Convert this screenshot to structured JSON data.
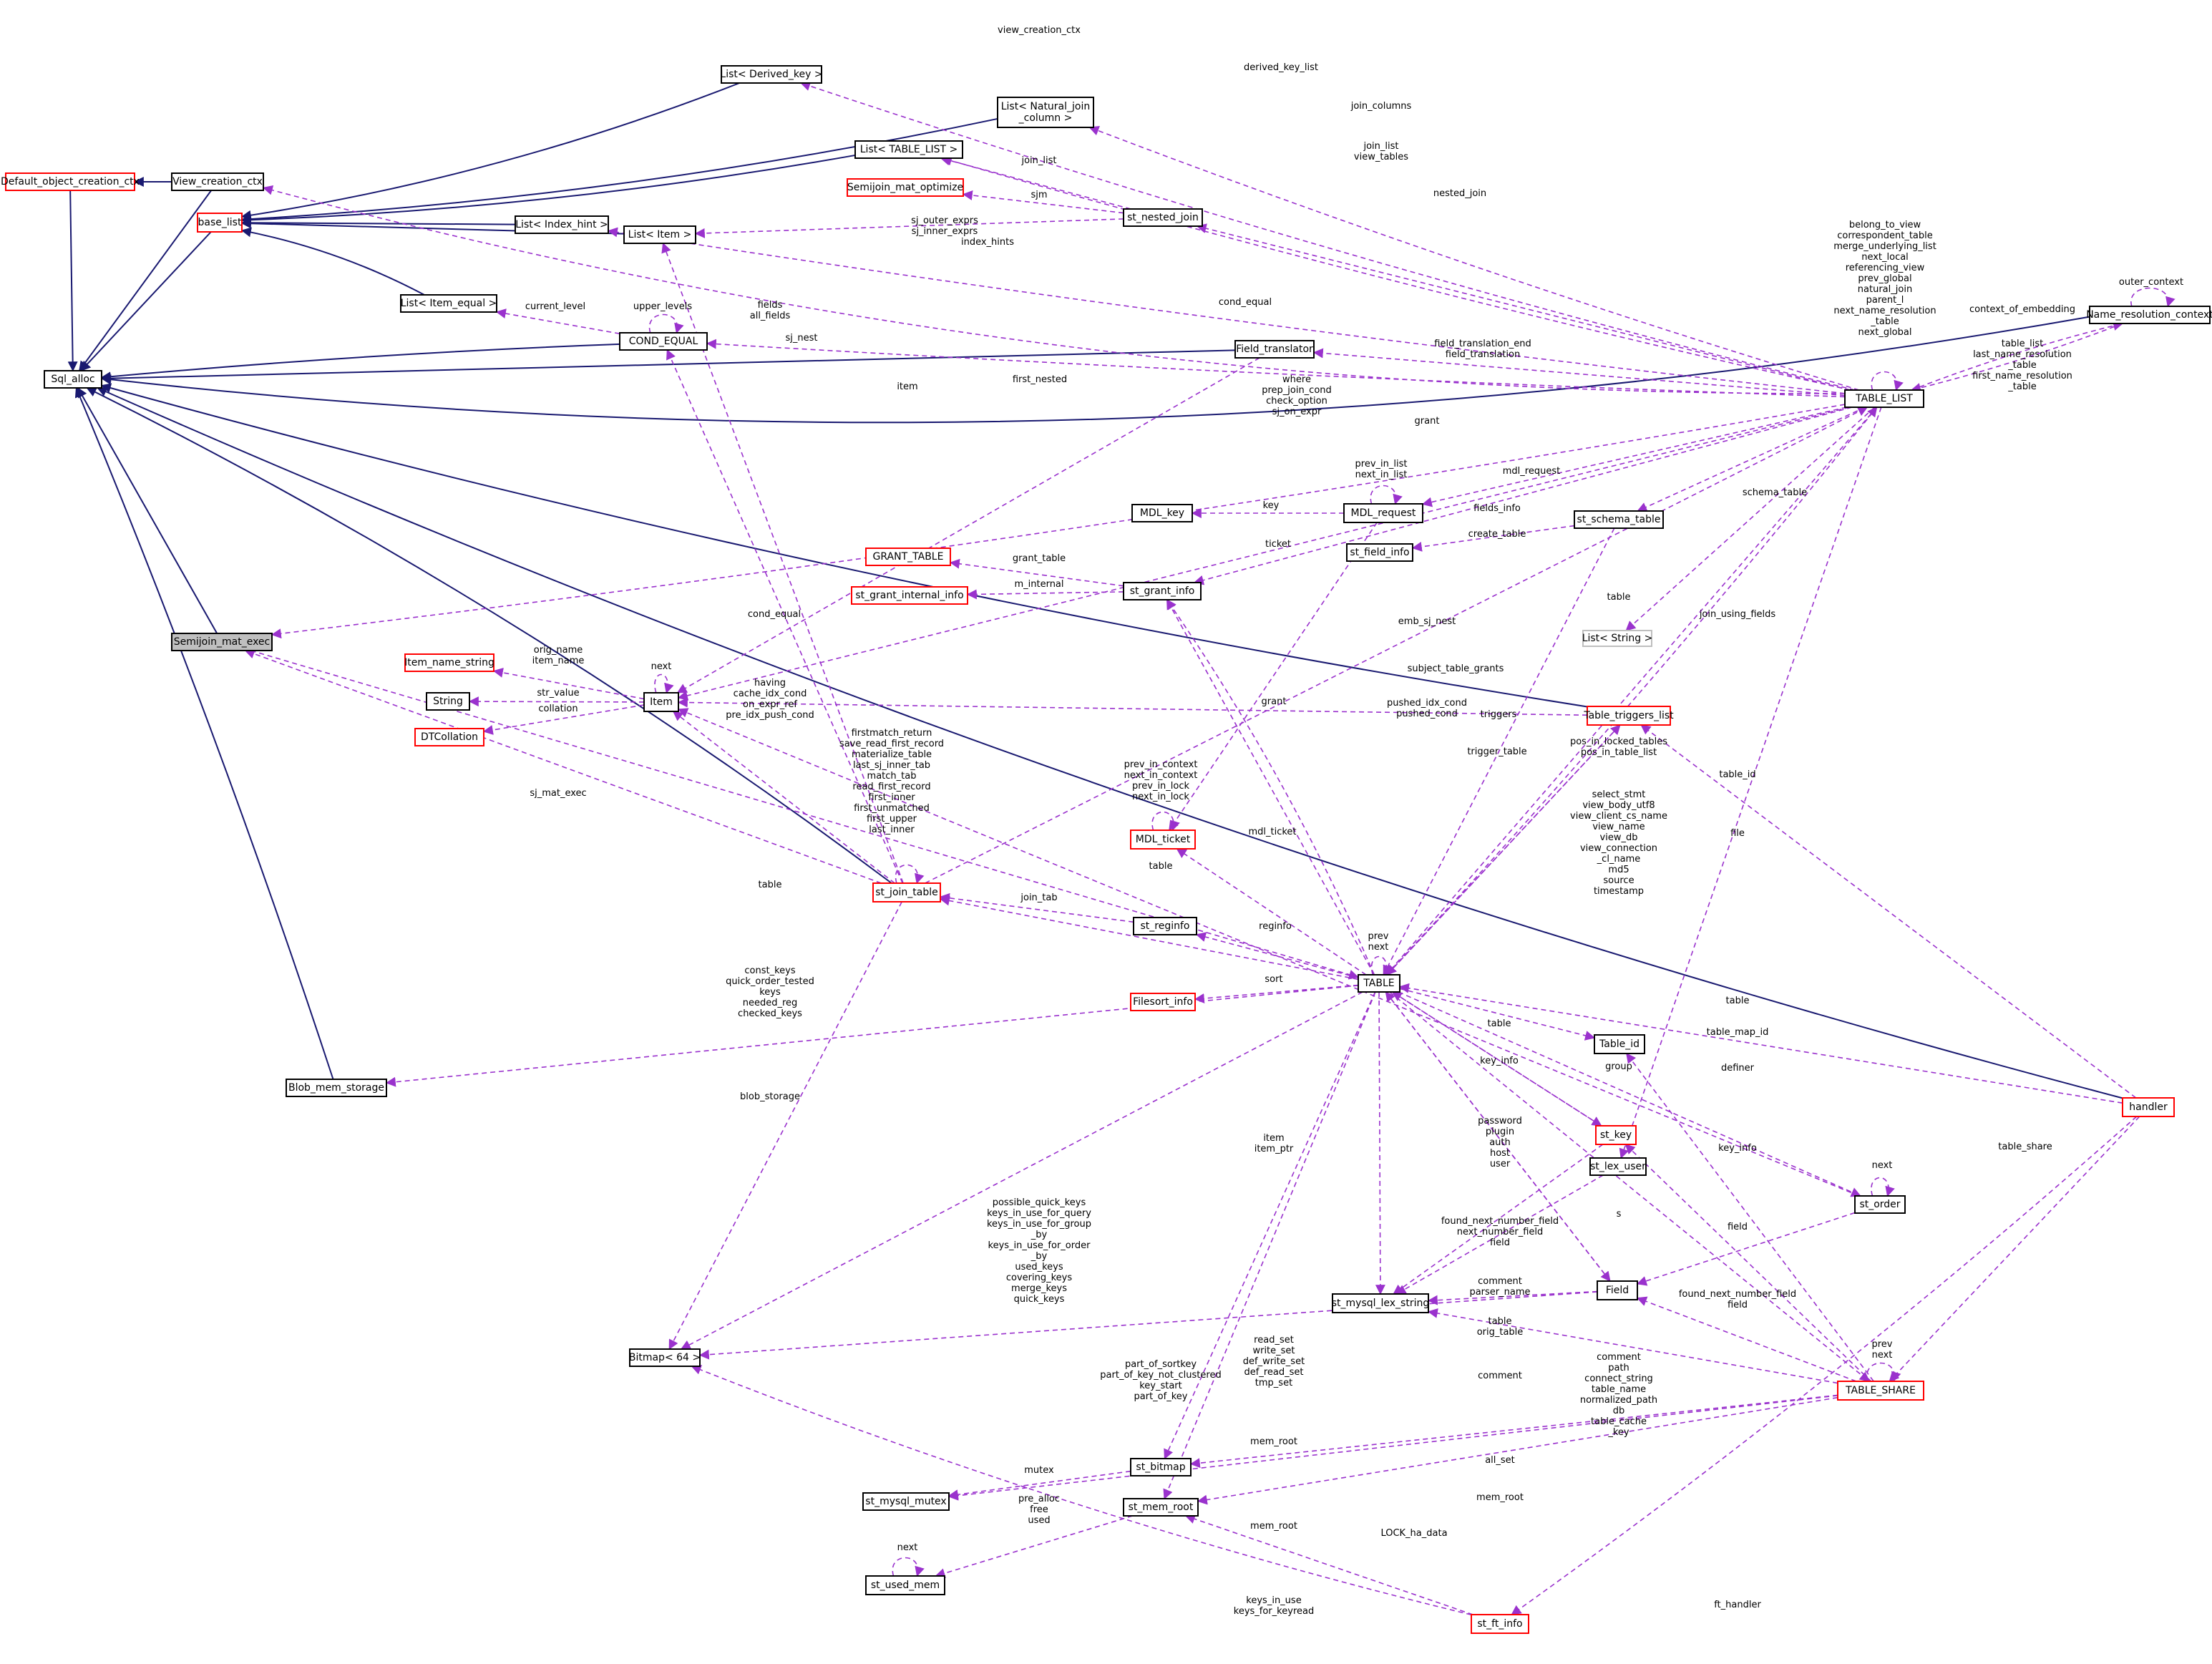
{
  "colors": {
    "inherit": "#191970",
    "use": "#9a32cd",
    "node_default": "#000000",
    "node_incomplete": "#ff0000",
    "node_external": "#bfbfbf",
    "highlight_fill": "#bfbfbf"
  },
  "nodes": [
    {
      "id": "sql_alloc",
      "label": "Sql_alloc",
      "style": "default"
    },
    {
      "id": "default_ctx",
      "label": "Default_object_creation_ctx",
      "style": "incomplete"
    },
    {
      "id": "view_ctx",
      "label": "View_creation_ctx",
      "style": "default"
    },
    {
      "id": "base_list",
      "label": "base_list",
      "style": "incomplete"
    },
    {
      "id": "semijoin_exec",
      "label": "Semijoin_mat_exec",
      "style": "highlight"
    },
    {
      "id": "list_derived",
      "label": "List< Derived_key >",
      "style": "default"
    },
    {
      "id": "list_natural",
      "label": "List< Natural_join\n_column >",
      "style": "default"
    },
    {
      "id": "list_table_list",
      "label": "List< TABLE_LIST >",
      "style": "default"
    },
    {
      "id": "semijoin_opt",
      "label": "Semijoin_mat_optimize",
      "style": "incomplete"
    },
    {
      "id": "st_nested_join",
      "label": "st_nested_join",
      "style": "default"
    },
    {
      "id": "list_index_hint",
      "label": "List< Index_hint >",
      "style": "default"
    },
    {
      "id": "list_item",
      "label": "List< Item >",
      "style": "default"
    },
    {
      "id": "list_item_equal",
      "label": "List< Item_equal >",
      "style": "default"
    },
    {
      "id": "cond_equal",
      "label": "COND_EQUAL",
      "style": "default"
    },
    {
      "id": "field_translator",
      "label": "Field_translator",
      "style": "default"
    },
    {
      "id": "table_list",
      "label": "TABLE_LIST",
      "style": "default"
    },
    {
      "id": "name_resolution",
      "label": "Name_resolution_context",
      "style": "default"
    },
    {
      "id": "mdl_key",
      "label": "MDL_key",
      "style": "default"
    },
    {
      "id": "mdl_request",
      "label": "MDL_request",
      "style": "default"
    },
    {
      "id": "st_schema_table",
      "label": "st_schema_table",
      "style": "default"
    },
    {
      "id": "st_field_info",
      "label": "st_field_info",
      "style": "default"
    },
    {
      "id": "grant_table",
      "label": "GRANT_TABLE",
      "style": "incomplete"
    },
    {
      "id": "st_grant_internal",
      "label": "st_grant_internal_info",
      "style": "incomplete"
    },
    {
      "id": "st_grant_info",
      "label": "st_grant_info",
      "style": "default"
    },
    {
      "id": "list_string",
      "label": "List< String >",
      "style": "external"
    },
    {
      "id": "item_name_string",
      "label": "Item_name_string",
      "style": "incomplete"
    },
    {
      "id": "string",
      "label": "String",
      "style": "default"
    },
    {
      "id": "dtcollation",
      "label": "DTCollation",
      "style": "incomplete"
    },
    {
      "id": "item",
      "label": "Item",
      "style": "default"
    },
    {
      "id": "table_triggers",
      "label": "Table_triggers_list",
      "style": "incomplete"
    },
    {
      "id": "mdl_ticket",
      "label": "MDL_ticket",
      "style": "incomplete"
    },
    {
      "id": "st_join_table",
      "label": "st_join_table",
      "style": "incomplete"
    },
    {
      "id": "st_reginfo",
      "label": "st_reginfo",
      "style": "default"
    },
    {
      "id": "table",
      "label": "TABLE",
      "style": "default"
    },
    {
      "id": "filesort_info",
      "label": "Filesort_info",
      "style": "incomplete"
    },
    {
      "id": "table_id",
      "label": "Table_id",
      "style": "default"
    },
    {
      "id": "handler",
      "label": "handler",
      "style": "incomplete"
    },
    {
      "id": "blob_mem",
      "label": "Blob_mem_storage",
      "style": "default"
    },
    {
      "id": "st_key",
      "label": "st_key",
      "style": "incomplete"
    },
    {
      "id": "st_lex_user",
      "label": "st_lex_user",
      "style": "default"
    },
    {
      "id": "st_order",
      "label": "st_order",
      "style": "default"
    },
    {
      "id": "field",
      "label": "Field",
      "style": "default"
    },
    {
      "id": "st_mysql_lex_string",
      "label": "st_mysql_lex_string",
      "style": "default"
    },
    {
      "id": "bitmap64",
      "label": "Bitmap< 64 >",
      "style": "default"
    },
    {
      "id": "table_share",
      "label": "TABLE_SHARE",
      "style": "incomplete"
    },
    {
      "id": "st_bitmap",
      "label": "st_bitmap",
      "style": "default"
    },
    {
      "id": "st_mysql_mutex",
      "label": "st_mysql_mutex",
      "style": "default"
    },
    {
      "id": "st_mem_root",
      "label": "st_mem_root",
      "style": "default"
    },
    {
      "id": "st_used_mem",
      "label": "st_used_mem",
      "style": "default"
    },
    {
      "id": "st_ft_info",
      "label": "st_ft_info",
      "style": "incomplete"
    }
  ],
  "edge_labels": [
    {
      "id": "l_view_creation_ctx",
      "text": "view_creation_ctx"
    },
    {
      "id": "l_derived_key_list",
      "text": "derived_key_list"
    },
    {
      "id": "l_join_columns",
      "text": "join_columns"
    },
    {
      "id": "l_join_list_view_tables",
      "text": "join_list\nview_tables"
    },
    {
      "id": "l_join_list",
      "text": "join_list"
    },
    {
      "id": "l_sjm",
      "text": "sjm"
    },
    {
      "id": "l_nested_join",
      "text": "nested_join"
    },
    {
      "id": "l_sj_exprs",
      "text": "sj_outer_exprs\nsj_inner_exprs"
    },
    {
      "id": "l_index_hints",
      "text": "index_hints"
    },
    {
      "id": "l_belong",
      "text": "belong_to_view\ncorrespondent_table\nmerge_underlying_list\nnext_local\nreferencing_view\nprev_global\nnatural_join\nparent_l\nnext_name_resolution\n_table\nnext_global"
    },
    {
      "id": "l_outer_context",
      "text": "outer_context"
    },
    {
      "id": "l_context_embedding",
      "text": "context_of_embedding"
    },
    {
      "id": "l_name_res_tables",
      "text": "table_list\nlast_name_resolution\n_table\nfirst_name_resolution\n_table"
    },
    {
      "id": "l_current_level",
      "text": "current_level"
    },
    {
      "id": "l_upper_levels",
      "text": "upper_levels"
    },
    {
      "id": "l_fields",
      "text": "fields\nall_fields"
    },
    {
      "id": "l_cond_equal_top",
      "text": "cond_equal"
    },
    {
      "id": "l_sj_nest",
      "text": "sj_nest"
    },
    {
      "id": "l_first_nested",
      "text": "first_nested"
    },
    {
      "id": "l_field_translation",
      "text": "field_translation_end\nfield_translation"
    },
    {
      "id": "l_item",
      "text": "item"
    },
    {
      "id": "l_where",
      "text": "where\nprep_join_cond\ncheck_option\nsj_on_expr"
    },
    {
      "id": "l_grant",
      "text": "grant"
    },
    {
      "id": "l_mdl_request",
      "text": "mdl_request"
    },
    {
      "id": "l_prev_in_list",
      "text": "prev_in_list\nnext_in_list"
    },
    {
      "id": "l_key",
      "text": "key"
    },
    {
      "id": "l_fields_info",
      "text": "fields_info"
    },
    {
      "id": "l_schema_table",
      "text": "schema_table"
    },
    {
      "id": "l_ticket",
      "text": "ticket"
    },
    {
      "id": "l_create_table",
      "text": "create_table"
    },
    {
      "id": "l_grant_table",
      "text": "grant_table"
    },
    {
      "id": "l_m_internal",
      "text": "m_internal"
    },
    {
      "id": "l_cond_equal_mid",
      "text": "cond_equal"
    },
    {
      "id": "l_table_a",
      "text": "table"
    },
    {
      "id": "l_join_using_fields",
      "text": "join_using_fields"
    },
    {
      "id": "l_emb_sj_nest",
      "text": "emb_sj_nest"
    },
    {
      "id": "l_orig_name",
      "text": "orig_name\nitem_name"
    },
    {
      "id": "l_next_item",
      "text": "next"
    },
    {
      "id": "l_str_value",
      "text": "str_value"
    },
    {
      "id": "l_collation",
      "text": "collation"
    },
    {
      "id": "l_grant2",
      "text": "grant"
    },
    {
      "id": "l_subject_grants",
      "text": "subject_table_grants"
    },
    {
      "id": "l_pushed",
      "text": "pushed_idx_cond\npushed_cond"
    },
    {
      "id": "l_triggers",
      "text": "triggers"
    },
    {
      "id": "l_having",
      "text": "having\ncache_idx_cond\non_expr_ref\npre_idx_push_cond"
    },
    {
      "id": "l_firstmatch",
      "text": "firstmatch_return\nsave_read_first_record\nmaterialize_table\nlast_sj_inner_tab\nmatch_tab\nread_first_record\nfirst_inner\nfirst_unmatched\nfirst_upper\nlast_inner"
    },
    {
      "id": "l_sj_mat_exec",
      "text": "sj_mat_exec"
    },
    {
      "id": "l_trigger_table",
      "text": "trigger_table"
    },
    {
      "id": "l_pos_locked",
      "text": "pos_in_locked_tables\npos_in_table_list"
    },
    {
      "id": "l_table_id",
      "text": "table_id"
    },
    {
      "id": "l_prev_in_context",
      "text": "prev_in_context\nnext_in_context\nprev_in_lock\nnext_in_lock"
    },
    {
      "id": "l_select_stmt",
      "text": "select_stmt\nview_body_utf8\nview_client_cs_name\nview_name\nview_db\nview_connection\n_cl_name\nmd5\nsource\ntimestamp"
    },
    {
      "id": "l_file",
      "text": "file"
    },
    {
      "id": "l_mdl_ticket",
      "text": "mdl_ticket"
    },
    {
      "id": "l_table_b",
      "text": "table"
    },
    {
      "id": "l_table_c",
      "text": "table"
    },
    {
      "id": "l_join_tab",
      "text": "join_tab"
    },
    {
      "id": "l_reginfo",
      "text": "reginfo"
    },
    {
      "id": "l_prev_next",
      "text": "prev\nnext"
    },
    {
      "id": "l_sort",
      "text": "sort"
    },
    {
      "id": "l_table_d",
      "text": "table"
    },
    {
      "id": "l_const_keys",
      "text": "const_keys\nquick_order_tested\nkeys\nneeded_reg\nchecked_keys"
    },
    {
      "id": "l_blob_storage",
      "text": "blob_storage"
    },
    {
      "id": "l_table_e",
      "text": "table"
    },
    {
      "id": "l_key_info",
      "text": "key_info"
    },
    {
      "id": "l_table_map_id",
      "text": "table_map_id"
    },
    {
      "id": "l_group",
      "text": "group"
    },
    {
      "id": "l_definer",
      "text": "definer"
    },
    {
      "id": "l_password",
      "text": "password\nplugin\nauth\nhost\nuser"
    },
    {
      "id": "l_key_info2",
      "text": "key_info"
    },
    {
      "id": "l_next_order",
      "text": "next"
    },
    {
      "id": "l_item_ptr",
      "text": "item\nitem_ptr"
    },
    {
      "id": "l_table_share",
      "text": "table_share"
    },
    {
      "id": "l_possible_keys",
      "text": "possible_quick_keys\nkeys_in_use_for_query\nkeys_in_use_for_group\n_by\nkeys_in_use_for_order\n_by\nused_keys\ncovering_keys\nmerge_keys\nquick_keys"
    },
    {
      "id": "l_s",
      "text": "s"
    },
    {
      "id": "l_found_next",
      "text": "found_next_number_field\nnext_number_field\nfield"
    },
    {
      "id": "l_field",
      "text": "field"
    },
    {
      "id": "l_comment_parser",
      "text": "comment\nparser_name"
    },
    {
      "id": "l_found_next2",
      "text": "found_next_number_field\nfield"
    },
    {
      "id": "l_table_orig",
      "text": "table\norig_table"
    },
    {
      "id": "l_comment",
      "text": "comment"
    },
    {
      "id": "l_comment_path",
      "text": "comment\npath\nconnect_string\ntable_name\nnormalized_path\ndb\ntable_cache\n_key"
    },
    {
      "id": "l_prev_next2",
      "text": "prev\nnext"
    },
    {
      "id": "l_part_of_sortkey",
      "text": "part_of_sortkey\npart_of_key_not_clustered\nkey_start\npart_of_key"
    },
    {
      "id": "l_read_set",
      "text": "read_set\nwrite_set\ndef_write_set\ndef_read_set\ntmp_set"
    },
    {
      "id": "l_all_set",
      "text": "all_set"
    },
    {
      "id": "l_mem_root",
      "text": "mem_root"
    },
    {
      "id": "l_mutex",
      "text": "mutex"
    },
    {
      "id": "l_mem_root2",
      "text": "mem_root"
    },
    {
      "id": "l_pre_alloc",
      "text": "pre_alloc\nfree\nused"
    },
    {
      "id": "l_lock_ha",
      "text": "LOCK_ha_data"
    },
    {
      "id": "l_next_used",
      "text": "next"
    },
    {
      "id": "l_mem_root3",
      "text": "mem_root"
    },
    {
      "id": "l_keys_in_use",
      "text": "keys_in_use\nkeys_for_keyread"
    },
    {
      "id": "l_ft_handler",
      "text": "ft_handler"
    }
  ]
}
